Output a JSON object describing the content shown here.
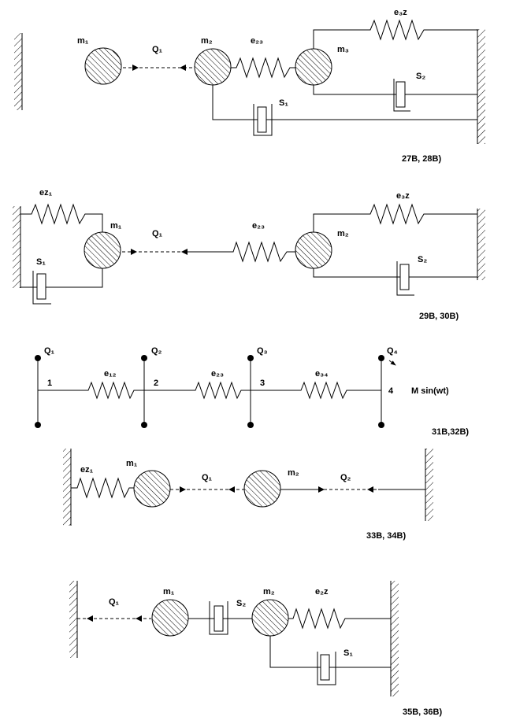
{
  "diagram_1": {
    "caption": "27B, 28B)",
    "labels": {
      "m1": "m₁",
      "q1": "Q₁",
      "m2": "m₂",
      "e23": "e₂₃",
      "e3z": "e₃z",
      "m3": "m₃",
      "s2": "S₂",
      "s1": "S₁"
    }
  },
  "diagram_2": {
    "caption": "29B, 30B)",
    "labels": {
      "ez1": "ez₁",
      "m1": "m₁",
      "q1": "Q₁",
      "e23": "e₂₃",
      "e3z": "e₃z",
      "m2": "m₂",
      "s1": "S₁",
      "s2": "S₂"
    }
  },
  "diagram_3": {
    "caption": "31B,32B)",
    "labels": {
      "q1": "Q₁",
      "q2": "Q₂",
      "q3": "Q₃",
      "q4": "Q₄",
      "n1": "1",
      "n2": "2",
      "n3": "3",
      "n4": "4",
      "e12": "e₁₂",
      "e23": "e₂₃",
      "e34": "e₃₄",
      "force": "M sin(wt)"
    }
  },
  "diagram_4": {
    "caption": "33B, 34B)",
    "labels": {
      "ez1": "ez₁",
      "m1": "m₁",
      "q1": "Q₁",
      "m2": "m₂",
      "q2": "Q₂"
    }
  },
  "diagram_5": {
    "caption": "35B, 36B)",
    "labels": {
      "q1": "Q₁",
      "m1": "m₁",
      "s2": "S₂",
      "m2": "m₂",
      "e2z": "e₂z",
      "s1": "S₁"
    }
  }
}
